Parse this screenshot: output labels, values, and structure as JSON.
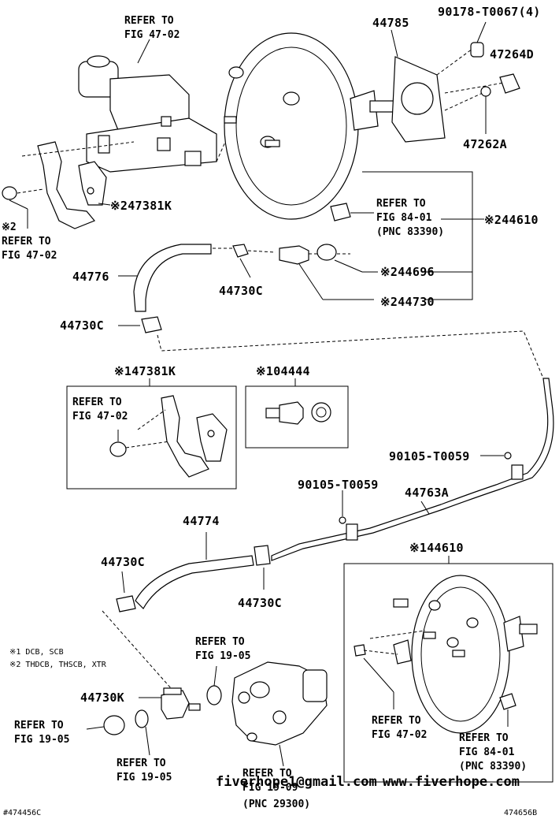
{
  "labels": {
    "ref_47_02_top_l1": "REFER TO",
    "ref_47_02_top_l2": "FIG 47-02",
    "p44785": "44785",
    "p90178": "90178-T0067(4)",
    "p47264d": "47264D",
    "p47262a": "47262A",
    "mark2_left": "※2",
    "ref_47_02_left_l1": "REFER TO",
    "ref_47_02_left_l2": "FIG 47-02",
    "p47381k_top": "※247381K",
    "ref_84_01_top_l1": "REFER TO",
    "ref_84_01_top_l2": "FIG 84-01",
    "ref_84_01_top_l3": "(PNC 83390)",
    "p44610_top": "※244610",
    "p44776": "44776",
    "p44730c_a": "44730C",
    "p44696": "※244696",
    "p44730": "※244730",
    "p44730c_b": "44730C",
    "p47381k_box": "※147381K",
    "box_ref_l1": "REFER TO",
    "box_ref_l2": "FIG 47-02",
    "p04444_box": "※104444",
    "p90105_a": "90105-T0059",
    "p90105_b": "90105-T0059",
    "p44763a": "44763A",
    "p44774": "44774",
    "p44610_box": "※144610",
    "p44730c_c": "44730C",
    "p44730c_d": "44730C",
    "note1": "※1  DCB, SCB",
    "note2": "※2  THDCB, THSCB, XTR",
    "ref_19_05_a_l1": "REFER TO",
    "ref_19_05_a_l2": "FIG 19-05",
    "p44730k": "44730K",
    "ref_19_05_b_l1": "REFER TO",
    "ref_19_05_b_l2": "FIG 19-05",
    "ref_19_05_c_l1": "REFER TO",
    "ref_19_05_c_l2": "FIG 19-05",
    "ref_19_09_l1": "REFER TO",
    "ref_19_09_l2": "FIG 19-09",
    "ref_19_09_l3": "(PNC 29300)",
    "box_ref_47_02_l1": "REFER TO",
    "box_ref_47_02_l2": "FIG 47-02",
    "box_ref_84_01_l1": "REFER TO",
    "box_ref_84_01_l2": "FIG 84-01",
    "box_ref_84_01_l3": "(PNC 83390)",
    "code_left": "#474456C",
    "code_right": "474656B"
  },
  "watermark": {
    "email": "fiverhope1@gmail.com",
    "site": "www.fiverhope.com"
  },
  "colors": {
    "line": "#000000",
    "watermark": "#1f3fb5",
    "background": "#ffffff"
  }
}
